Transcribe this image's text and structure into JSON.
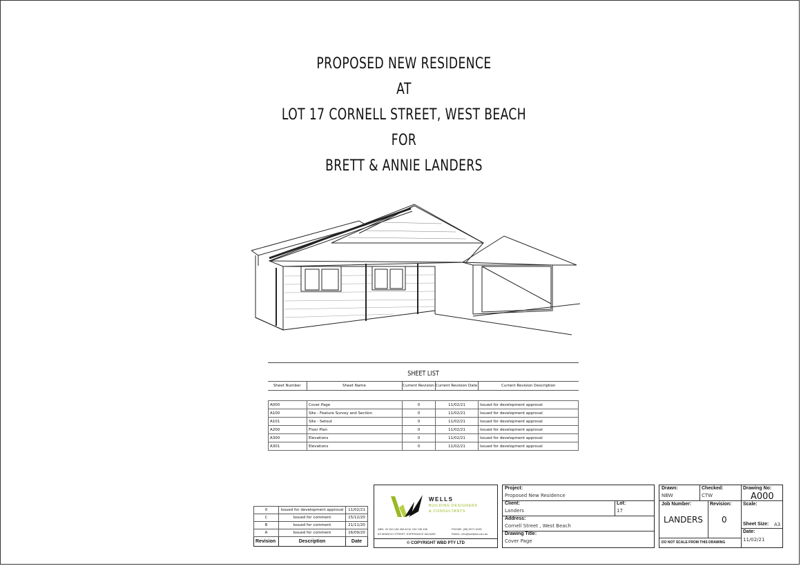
{
  "heading": {
    "lines": [
      "PROPOSED NEW RESIDENCE",
      "AT",
      "LOT 17 CORNELL STREET, WEST BEACH",
      "FOR",
      "BRETT & ANNIE LANDERS"
    ]
  },
  "sheet_list": {
    "title": "SHEET LIST",
    "columns": [
      "Sheet Number",
      "Sheet Name",
      "Current Revision",
      "Current Revision Date",
      "Current Revision Description"
    ],
    "rows": [
      [
        "A000",
        "Cover Page",
        "0",
        "11/02/21",
        "Issued for development approval"
      ],
      [
        "A100",
        "Site - Feature Survey and Section",
        "0",
        "11/02/21",
        "Issued for development approval"
      ],
      [
        "A101",
        "Site - Setout",
        "0",
        "11/02/21",
        "Issued for development approval"
      ],
      [
        "A200",
        "Floor Plan",
        "0",
        "11/02/21",
        "Issued for development approval"
      ],
      [
        "A300",
        "Elevations",
        "0",
        "11/02/21",
        "Issued for development approval"
      ],
      [
        "A301",
        "Elevations",
        "0",
        "11/02/21",
        "Issued for development approval"
      ]
    ]
  },
  "revisions": {
    "headers": [
      "Revision",
      "Description",
      "Date"
    ],
    "rows": [
      [
        "0",
        "Issued for development approval",
        "11/02/21"
      ],
      [
        "C",
        "Issued for comment",
        "15/12/20"
      ],
      [
        "B",
        "Issued for comment",
        "21/11/20"
      ],
      [
        "A",
        "Issued for comment",
        "16/09/20"
      ]
    ]
  },
  "company": {
    "name": "WELLS",
    "sub1": "BUILDING DESIGNERS",
    "sub2": "& CONSULTANTS",
    "abn": "ABN: 43 154 196 406  ACN: 154 196 406",
    "address": "63 WINDICH STREET, ESPERANCE WA 6450",
    "phone": "PHONE: (08) 9071 5195",
    "email": "EMAIL: info@wellsbd.com.au",
    "copyright": "© COPYRIGHT WBD PTY LTD",
    "logo_color": "#9ab823"
  },
  "project": {
    "project_label": "Project:",
    "project_value": "Proposed New Residence",
    "client_label": "Client:",
    "client_value": "Landers",
    "lot_label": "Lot:",
    "lot_value": "17",
    "address_label": "Address:",
    "address_value": "Cornell Street , West Beach",
    "title_label": "Drawing Title:",
    "title_value": "Cover Page"
  },
  "drawing": {
    "drawn_label": "Drawn:",
    "drawn_value": "NBW",
    "checked_label": "Checked:",
    "checked_value": "CTW",
    "number_label": "Drawing No:",
    "number_value": "A000",
    "job_label": "Job Number:",
    "job_value": "LANDERS",
    "revision_label": "Revision:",
    "revision_value": "0",
    "scale_label": "Scale:",
    "size_label": "Sheet Size:",
    "size_value": "A3",
    "date_label": "Date:",
    "date_value": "11/02/21",
    "note": "DO NOT SCALE FROM THIS DRAWING"
  }
}
